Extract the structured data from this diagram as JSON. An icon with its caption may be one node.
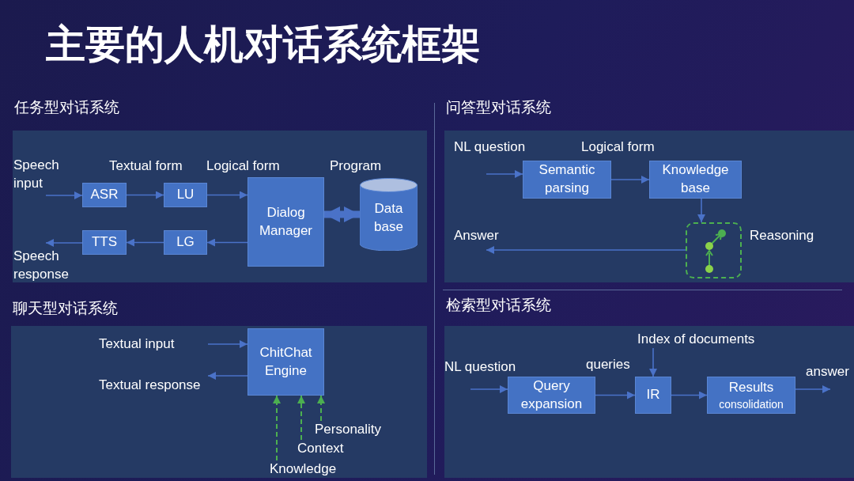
{
  "diagram": {
    "title": "主要的人机对话系统框架",
    "nodes": [
      {
        "text": [
          "任务型对话系统"
        ]
      },
      {
        "text": [
          "ASR"
        ],
        "in": 0
      },
      {
        "text": [
          "LU"
        ],
        "in": 0
      },
      {
        "text": [
          "Dialog Manager"
        ],
        "in": 0
      },
      {
        "text": [
          "Data base"
        ],
        "in": 0
      },
      {
        "text": [
          "LG"
        ],
        "in": 0
      },
      {
        "text": [
          "TTS"
        ],
        "in": 0
      },
      {
        "text": [
          "问答型对话系统"
        ]
      },
      {
        "text": [
          "Semantic parsing"
        ],
        "in": 7
      },
      {
        "text": [
          "Knowledge base"
        ],
        "in": 7
      },
      {
        "text": [],
        "shape": "box",
        "beside": [
          "Reasoning"
        ],
        "in": 7
      },
      {
        "text": [
          "聊天型对话系统"
        ]
      },
      {
        "text": [
          "ChitChat Engine"
        ],
        "in": 11
      },
      {
        "text": [
          "Knowledge"
        ],
        "in": 11
      },
      {
        "text": [
          "Context"
        ],
        "in": 11
      },
      {
        "text": [
          "Personality"
        ],
        "in": 11
      },
      {
        "text": [
          "检索型对话系统"
        ]
      },
      {
        "text": [
          "Index of documents"
        ],
        "in": 16
      },
      {
        "text": [
          "Query expansion"
        ],
        "in": 16
      },
      {
        "text": [
          "IR"
        ],
        "in": 16
      },
      {
        "text": [
          "Results",
          "consolidation"
        ],
        "in": 16
      }
    ],
    "edges": [
      {
        "from": null,
        "to": 1,
        "arrow": "to",
        "label": "Speech input"
      },
      {
        "from": 1,
        "to": 2,
        "arrow": "to",
        "label": "Textual form"
      },
      {
        "from": 2,
        "to": 3,
        "arrow": "to",
        "label": "Logical form"
      },
      {
        "from": 3,
        "to": 4,
        "arrow": "both",
        "label": "Program",
        "style": "thick"
      },
      {
        "from": 3,
        "to": 5,
        "arrow": "to"
      },
      {
        "from": 5,
        "to": 6,
        "arrow": "to"
      },
      {
        "from": 6,
        "to": null,
        "arrow": "to",
        "label": "Speech response"
      },
      {
        "from": null,
        "to": 8,
        "arrow": "to",
        "label": "NL question"
      },
      {
        "from": 8,
        "to": 9,
        "arrow": "to",
        "label": "Logical form"
      },
      {
        "from": 9,
        "to": 10,
        "arrow": "to"
      },
      {
        "from": 10,
        "to": null,
        "arrow": "to",
        "label": "Answer"
      },
      {
        "from": null,
        "to": 12,
        "arrow": "to",
        "label": "Textual input"
      },
      {
        "from": 12,
        "to": null,
        "arrow": "to",
        "label": "Textual response"
      },
      {
        "from": 13,
        "to": 12,
        "arrow": "to",
        "style": "dashed",
        "color": "#4caf50"
      },
      {
        "from": 14,
        "to": 12,
        "arrow": "to",
        "style": "dashed",
        "color": "#4caf50"
      },
      {
        "from": 15,
        "to": 12,
        "arrow": "to",
        "style": "dashed",
        "color": "#4caf50"
      },
      {
        "from": null,
        "to": 18,
        "arrow": "to",
        "label": "NL question"
      },
      {
        "from": 18,
        "to": 19,
        "arrow": "to",
        "label": "queries"
      },
      {
        "from": 17,
        "to": 19,
        "arrow": "to"
      },
      {
        "from": 19,
        "to": 20,
        "arrow": "to"
      },
      {
        "from": 20,
        "to": null,
        "arrow": "to",
        "label": "answer"
      }
    ]
  }
}
